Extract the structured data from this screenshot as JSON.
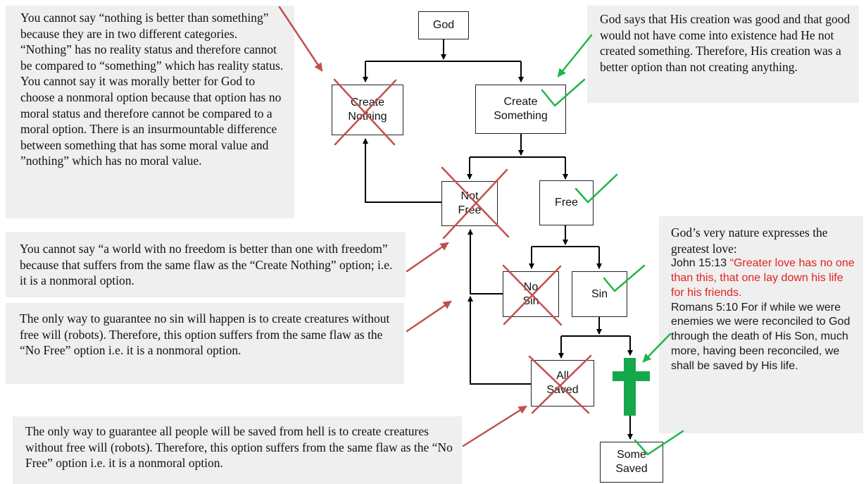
{
  "nodes": {
    "god": "God",
    "create_nothing": [
      "Create",
      "Nothing"
    ],
    "create_something": [
      "Create",
      "Something"
    ],
    "not_free": [
      "Not",
      "Free"
    ],
    "free": "Free",
    "no_sin": [
      "No",
      "Sin"
    ],
    "sin": "Sin",
    "all_saved": [
      "All",
      "Saved"
    ],
    "some_saved": [
      "Some",
      "Saved"
    ]
  },
  "notes": {
    "nothing_vs_something": "You cannot say “nothing is better than something” because they are in two different categories. “Nothing” has no reality status and therefore cannot be compared to “something” which has reality status. You cannot say it was morally better for God to choose a nonmoral option because that option has no moral status and therefore cannot be compared to a moral option. There is an insurmountable difference between something that has some moral value and ”nothing” which has no moral value.",
    "creation_good": "God says that His creation was good and that good would not have come into existence had He not created something. Therefore, His creation was a better option than not creating anything.",
    "no_freedom": "You cannot say “a world with no freedom is better than one with freedom” because that suffers from the same flaw as the “Create Nothing” option; i.e. it is a nonmoral option.",
    "no_sin": "The only way to guarantee no sin will happen is to create creatures without free will (robots). Therefore, this option suffers from the same flaw as the “No Free” option i.e. it is a nonmoral option.",
    "all_saved": "The only way to guarantee all people will be saved from hell is to create creatures without free will (robots). Therefore, this option suffers from the same flaw as the “No Free” option i.e. it is a nonmoral option.",
    "love": {
      "intro": "God’s very nature expresses the greatest love:",
      "ref1": "John 15:13",
      "quote1": "“Greater love has no one than this, that one lay down his life for his friends.",
      "verse2": "Romans 5:10 For if while we were enemies we were reconciled to God through the death of His Son, much more, having been reconciled, we shall be saved by His life."
    }
  },
  "colors": {
    "rejected": "#c0504d",
    "accepted": "#1fb54a",
    "cross": "#14a84a",
    "quote": "#e0221f",
    "note_bg": "#efefef"
  },
  "icons": [
    "cross-icon",
    "check-icon",
    "x-mark-icon",
    "pointer-arrow-icon"
  ]
}
